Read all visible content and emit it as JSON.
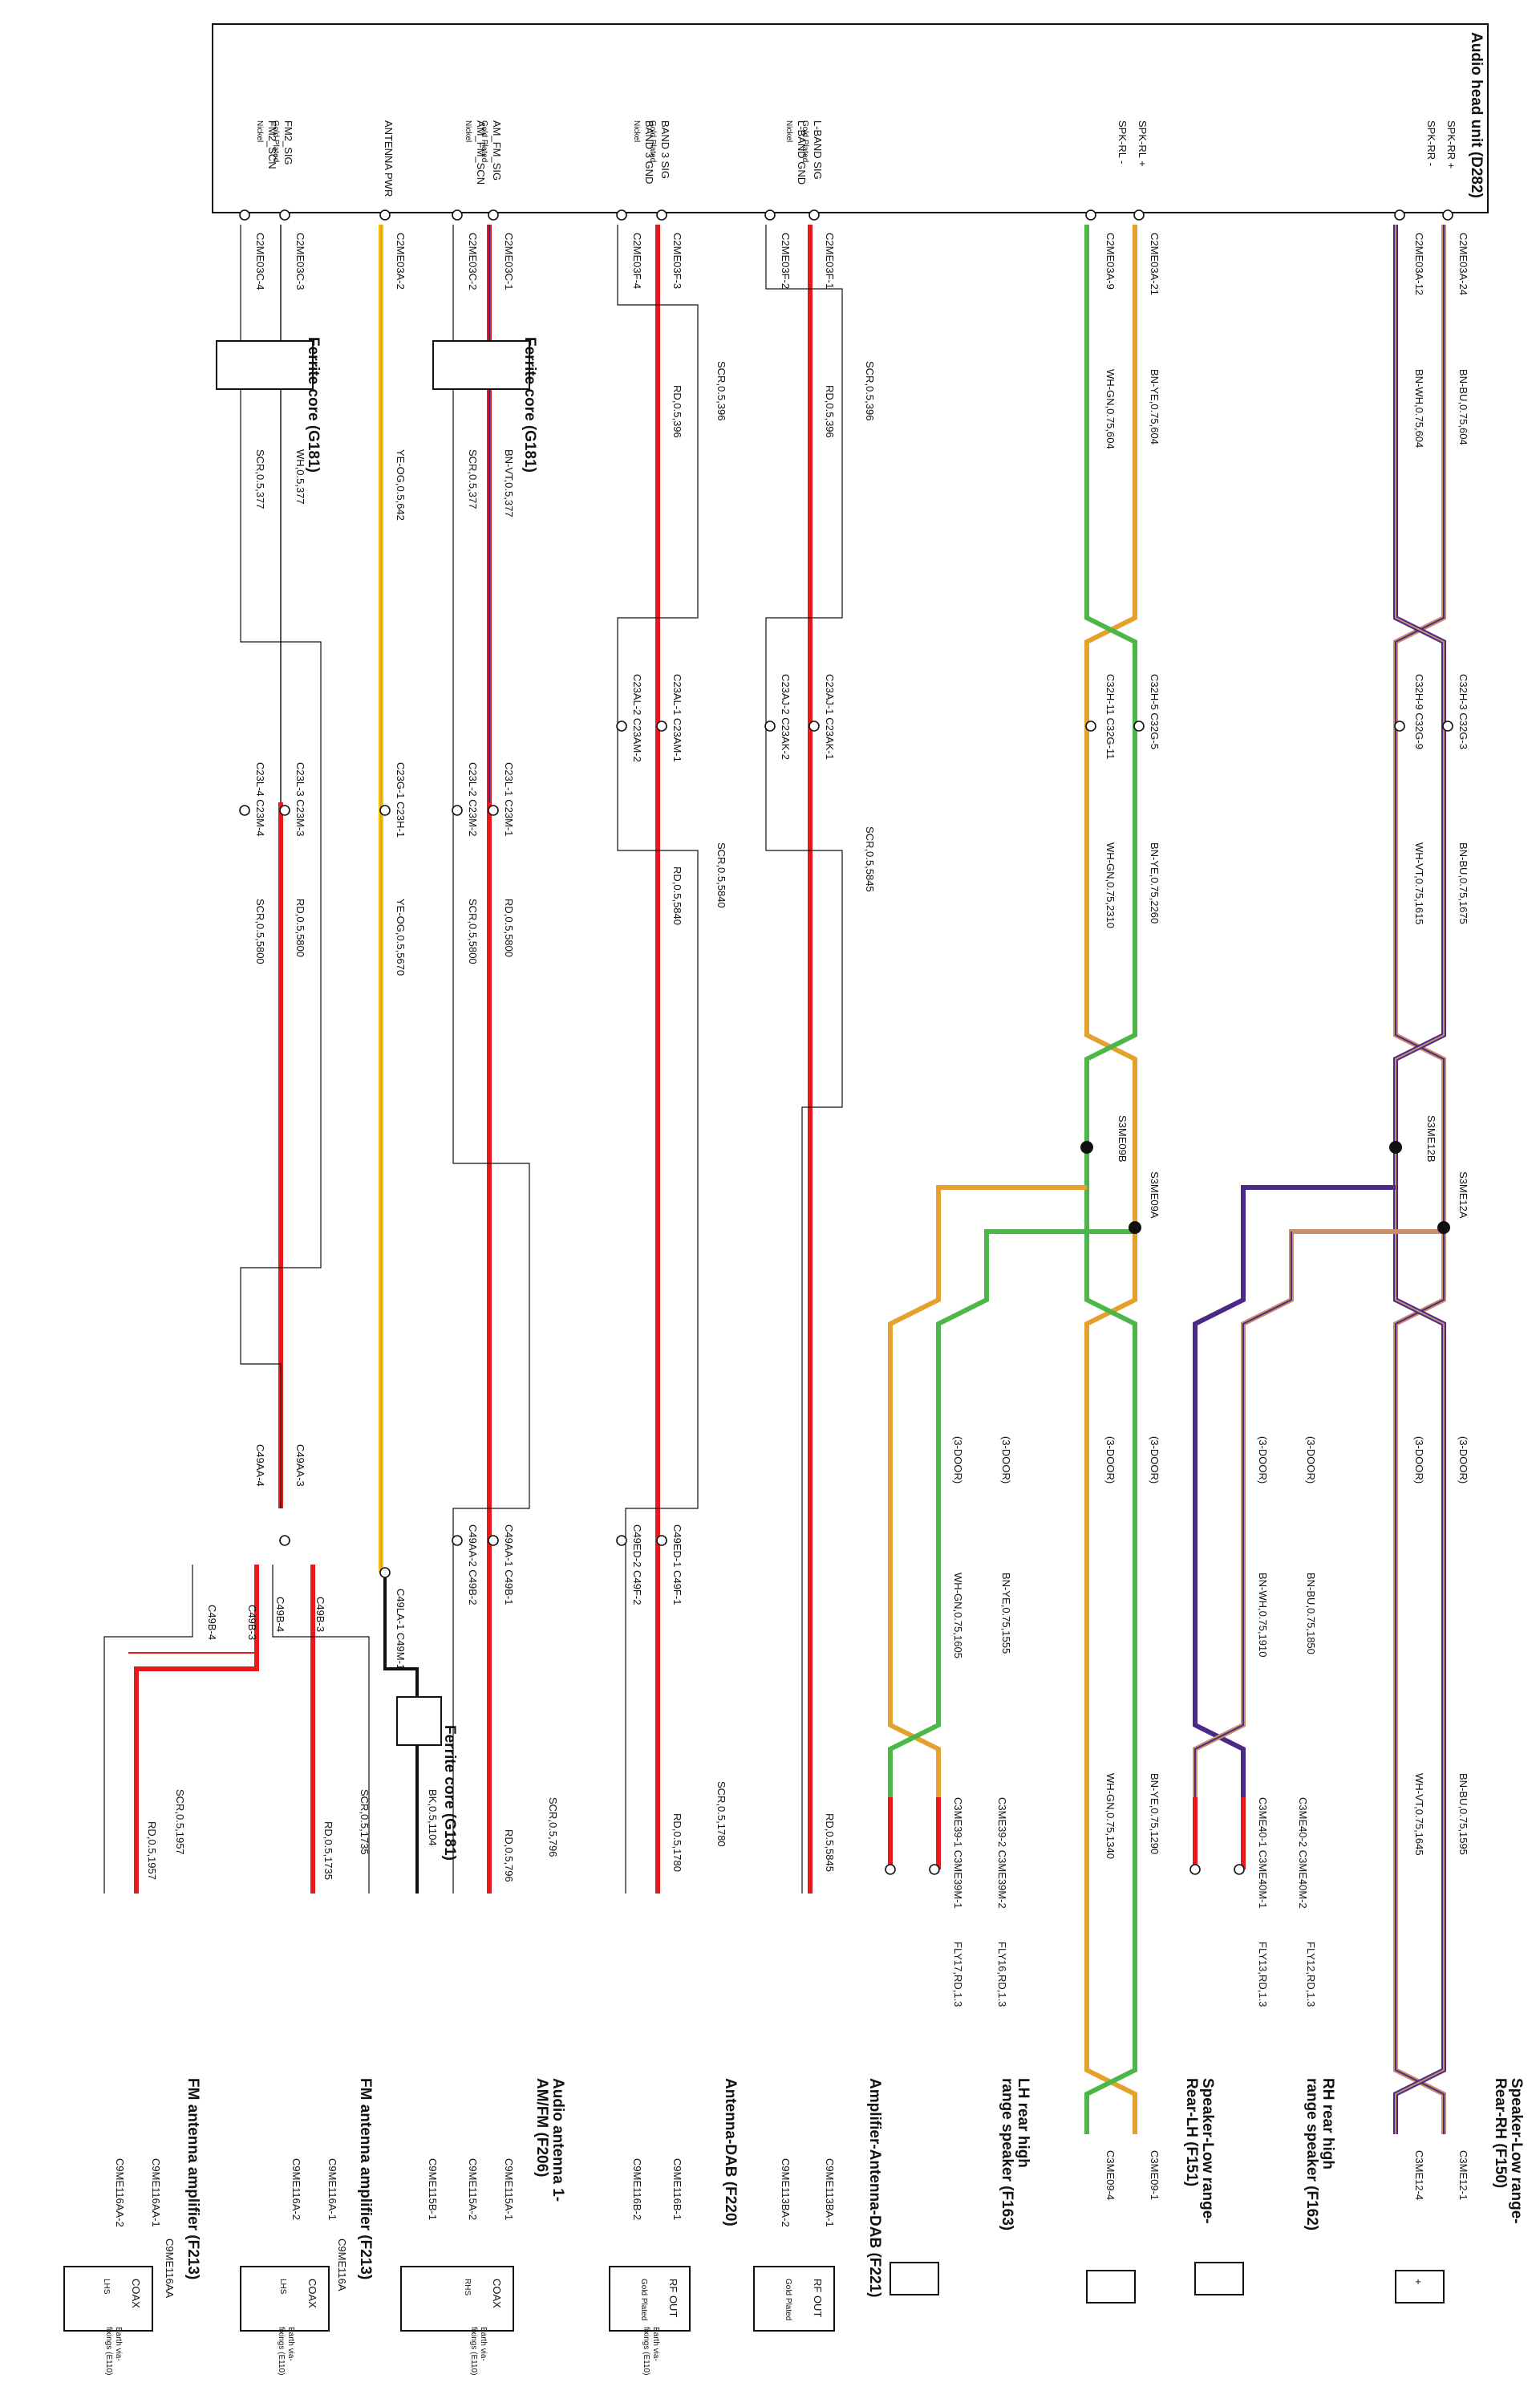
{
  "colors": {
    "red": "#e8191b",
    "orange": "#e5a12e",
    "yellow": "#f2c500",
    "green": "#4cb748",
    "purple": "#4b2a86",
    "tan": "#c8906a",
    "black": "#111111",
    "gray": "#555555"
  },
  "head_unit": {
    "title": "Audio head unit (D282)",
    "pins": [
      {
        "id": "p1",
        "lines": [
          "SPK-RR +"
        ]
      },
      {
        "id": "p2",
        "lines": [
          "SPK-RR -"
        ]
      },
      {
        "id": "p3",
        "lines": [
          "SPK-RL +"
        ]
      },
      {
        "id": "p4",
        "lines": [
          "SPK-RL -"
        ]
      },
      {
        "id": "p5",
        "lines": [
          "L-BAND SIG",
          "Gold Plated"
        ]
      },
      {
        "id": "p6",
        "lines": [
          "L-BAND GND",
          "Nickel"
        ]
      },
      {
        "id": "p7",
        "lines": [
          "BAND 3 SIG",
          "Gold Plated"
        ]
      },
      {
        "id": "p8",
        "lines": [
          "BAND 3 GND",
          "Nickel"
        ]
      },
      {
        "id": "p9",
        "lines": [
          "AM_FM_SIG",
          "Gold Plated"
        ]
      },
      {
        "id": "p10",
        "lines": [
          "AM_FM_SCN",
          "Nickel"
        ]
      },
      {
        "id": "p11",
        "lines": [
          "ANTENNA PWR"
        ]
      },
      {
        "id": "p12",
        "lines": [
          "FM2_SIG",
          "Gold Plated"
        ]
      },
      {
        "id": "p13",
        "lines": [
          "FM2_SCN",
          "Nickel"
        ]
      }
    ]
  },
  "wire_labels": [
    {
      "id": "w1",
      "text": "C2ME03A-24"
    },
    {
      "id": "w2",
      "text": "C2ME03A-12"
    },
    {
      "id": "w3",
      "text": "C2ME03A-21"
    },
    {
      "id": "w4",
      "text": "C2ME03A-9"
    },
    {
      "id": "w5",
      "text": "C2ME03F-1"
    },
    {
      "id": "w6",
      "text": "C2ME03F-2"
    },
    {
      "id": "w7",
      "text": "C2ME03F-3"
    },
    {
      "id": "w8",
      "text": "C2ME03F-4"
    },
    {
      "id": "w9",
      "text": "C2ME03C-1"
    },
    {
      "id": "w10",
      "text": "C2ME03C-2"
    },
    {
      "id": "w11",
      "text": "C2ME03A-2"
    },
    {
      "id": "w12",
      "text": "C2ME03C-3"
    },
    {
      "id": "w13",
      "text": "C2ME03C-4"
    },
    {
      "id": "w14",
      "text": "BN-BU,0.75,604"
    },
    {
      "id": "w15",
      "text": "BN-WH,0.75,604"
    },
    {
      "id": "w16",
      "text": "BN-YE,0.75,604"
    },
    {
      "id": "w17",
      "text": "WH-GN,0.75,604"
    },
    {
      "id": "w18",
      "text": "SCR,0.5,396"
    },
    {
      "id": "w19",
      "text": "RD,0.5,396"
    },
    {
      "id": "w20",
      "text": "SCR,0.5,396"
    },
    {
      "id": "w21",
      "text": "RD,0.5,396"
    },
    {
      "id": "w22",
      "text": "BN-VT,0.5,377"
    },
    {
      "id": "w23",
      "text": "SCR,0.5,377"
    },
    {
      "id": "w24",
      "text": "YE-OG,0.5,642"
    },
    {
      "id": "w25",
      "text": "WH,0.5,377"
    },
    {
      "id": "w26",
      "text": "SCR,0.5,377"
    },
    {
      "id": "w27",
      "text": "Ferrite core (G181)"
    },
    {
      "id": "w28",
      "text": "Ferrite core (G181)"
    },
    {
      "id": "w29",
      "text": "C32H-3 C32G-3"
    },
    {
      "id": "w30",
      "text": "C32H-9 C32G-9"
    },
    {
      "id": "w31",
      "text": "C32H-5 C32G-5"
    },
    {
      "id": "w32",
      "text": "C32H-11 C32G-11"
    },
    {
      "id": "w33",
      "text": "C23AJ-1 C23AK-1"
    },
    {
      "id": "w34",
      "text": "C23AJ-2 C23AK-2"
    },
    {
      "id": "w35",
      "text": "C23AL-1 C23AM-1"
    },
    {
      "id": "w36",
      "text": "C23AL-2 C23AM-2"
    },
    {
      "id": "w37",
      "text": "C23L-1 C23M-1"
    },
    {
      "id": "w38",
      "text": "C23L-2 C23M-2"
    },
    {
      "id": "w39",
      "text": "C23G-1 C23H-1"
    },
    {
      "id": "w40",
      "text": "C23L-3 C23M-3"
    },
    {
      "id": "w41",
      "text": "C23L-4 C23M-4"
    },
    {
      "id": "w42",
      "text": "BN-BU,0.75,1675"
    },
    {
      "id": "w43",
      "text": "WH-VT,0.75,1615"
    },
    {
      "id": "w44",
      "text": "BN-YE,0.75,2260"
    },
    {
      "id": "w45",
      "text": "WH-GN,0.75,2310"
    },
    {
      "id": "w46",
      "text": "SCR,0.5,5840"
    },
    {
      "id": "w47",
      "text": "RD,0.5,5840"
    },
    {
      "id": "w48",
      "text": "RD,0.5,5800"
    },
    {
      "id": "w49",
      "text": "SCR,0.5,5800"
    },
    {
      "id": "w50",
      "text": "YE-OG,0.5,5670"
    },
    {
      "id": "w51",
      "text": "RD,0.5,5800"
    },
    {
      "id": "w52",
      "text": "SCR,0.5,5800"
    },
    {
      "id": "w53",
      "text": "SCR,0.5,5845"
    },
    {
      "id": "w54",
      "text": "S3ME12B"
    },
    {
      "id": "w55",
      "text": "S3ME12A"
    },
    {
      "id": "w56",
      "text": "S3ME09B"
    },
    {
      "id": "w57",
      "text": "S3ME09A"
    },
    {
      "id": "w58",
      "text": "(3-DOOR)"
    },
    {
      "id": "w59",
      "text": "(3-DOOR)"
    },
    {
      "id": "w60",
      "text": "(3-DOOR)"
    },
    {
      "id": "w61",
      "text": "(3-DOOR)"
    },
    {
      "id": "w62",
      "text": "(3-DOOR)"
    },
    {
      "id": "w63",
      "text": "(3-DOOR)"
    },
    {
      "id": "w64",
      "text": "(3-DOOR)"
    },
    {
      "id": "w65",
      "text": "(3-DOOR)"
    },
    {
      "id": "w66",
      "text": "BN-BU,0.75,1850"
    },
    {
      "id": "w67",
      "text": "BN-WH,0.75,1910"
    },
    {
      "id": "w68",
      "text": "BN-YE,0.75,1555"
    },
    {
      "id": "w69",
      "text": "WH-GN,0.75,1605"
    },
    {
      "id": "w70",
      "text": "BN-BU,0.75,1595"
    },
    {
      "id": "w71",
      "text": "WH-VT,0.75,1645"
    },
    {
      "id": "w72",
      "text": "BN-YE,0.75,1290"
    },
    {
      "id": "w73",
      "text": "WH-GN,0.75,1340"
    },
    {
      "id": "w74",
      "text": "C49ED-1 C49F-1"
    },
    {
      "id": "w75",
      "text": "C49ED-2 C49F-2"
    },
    {
      "id": "w76",
      "text": "C49AA-1 C49B-1"
    },
    {
      "id": "w77",
      "text": "C49AA-2 C49B-2"
    },
    {
      "id": "w78",
      "text": "C49LA-1 C49M-1"
    },
    {
      "id": "w79",
      "text": "C49AA-3"
    },
    {
      "id": "w80",
      "text": "C49AA-4"
    },
    {
      "id": "w81",
      "text": "C49B-3"
    },
    {
      "id": "w82",
      "text": "C49B-4"
    },
    {
      "id": "w83",
      "text": "C49B-3"
    },
    {
      "id": "w84",
      "text": "C49B-4"
    },
    {
      "id": "w85",
      "text": "C3ME40-2 C3ME40M-2"
    },
    {
      "id": "w86",
      "text": "C3ME40-1 C3ME40M-1"
    },
    {
      "id": "w87",
      "text": "C3ME39-2 C3ME39M-2"
    },
    {
      "id": "w88",
      "text": "C3ME39-1 C3ME39M-1"
    },
    {
      "id": "w89",
      "text": "FLY12,RD,1.3"
    },
    {
      "id": "w90",
      "text": "FLY13,RD,1.3"
    },
    {
      "id": "w91",
      "text": "FLY16,RD,1.3"
    },
    {
      "id": "w92",
      "text": "FLY17,RD,1.3"
    },
    {
      "id": "w93",
      "text": "SCR,0.5,1780"
    },
    {
      "id": "w94",
      "text": "RD,0.5,1780"
    },
    {
      "id": "w95",
      "text": "RD,0.5,5845"
    },
    {
      "id": "w96",
      "text": "SCR,0.5,796"
    },
    {
      "id": "w97",
      "text": "RD,0.5,796"
    },
    {
      "id": "w98",
      "text": "Ferrite core (G181)"
    },
    {
      "id": "w99",
      "text": "BK,0.5,1104"
    },
    {
      "id": "w100",
      "text": "SCR,0.5,1735"
    },
    {
      "id": "w101",
      "text": "RD,0.5,1735"
    },
    {
      "id": "w102",
      "text": "SCR,0.5,1957"
    },
    {
      "id": "w103",
      "text": "RD,0.5,1957"
    },
    {
      "id": "w104",
      "text": "C3ME12-1"
    },
    {
      "id": "w105",
      "text": "C3ME12-4"
    },
    {
      "id": "w106",
      "text": "C3ME09-1"
    },
    {
      "id": "w107",
      "text": "C3ME09-4"
    },
    {
      "id": "w108",
      "text": "C9ME113BA-1"
    },
    {
      "id": "w109",
      "text": "C9ME113BA-2"
    },
    {
      "id": "w110",
      "text": "C9ME116B-1"
    },
    {
      "id": "w111",
      "text": "C9ME116B-2"
    },
    {
      "id": "w112",
      "text": "C9ME115A-1"
    },
    {
      "id": "w113",
      "text": "C9ME115A-2"
    },
    {
      "id": "w114",
      "text": "C9ME115B-1"
    },
    {
      "id": "w115",
      "text": "C9ME116A-1"
    },
    {
      "id": "w116",
      "text": "C9ME116A-2"
    },
    {
      "id": "w117",
      "text": "C9ME116AA-1"
    },
    {
      "id": "w118",
      "text": "C9ME116AA-2"
    }
  ],
  "components": {
    "spk_low_rr": {
      "title": [
        "Speaker-Low range-",
        "Rear-RH (F150)"
      ],
      "plus": "+",
      "minus": "-"
    },
    "spk_high_rr": {
      "title": [
        "RH rear high",
        "range speaker (F162)"
      ],
      "plus": "+",
      "minus": "-"
    },
    "spk_low_rl": {
      "title": [
        "Speaker-Low range-",
        "Rear-LH (F151)"
      ],
      "plus": "+",
      "minus": "-"
    },
    "spk_high_rl": {
      "title": [
        "LH rear high",
        "range speaker (F163)"
      ],
      "plus": "+",
      "minus": "-"
    },
    "amp_dab": {
      "title": [
        "Amplifier-Antenna-DAB (F221)"
      ],
      "inner": [
        "RF OUT",
        "Gold Plated"
      ]
    },
    "ant_dab": {
      "title": [
        "Antenna-DAB (F220)"
      ],
      "inner": [
        "RF OUT",
        "Gold Plated"
      ],
      "earth": [
        "Earth via-",
        "fixings (E110)"
      ]
    },
    "ant_amfm": {
      "title": [
        "Audio antenna 1-",
        "AM/FM (F206)"
      ],
      "inner": [
        "COAX",
        "RHS"
      ],
      "earth": [
        "Earth via-",
        "fixings (E110)"
      ]
    },
    "fm_amp_1": {
      "title": [
        "FM antenna amplifier (F213)"
      ],
      "sub": [
        "C9ME116A"
      ],
      "inner": [
        "COAX",
        "LHS"
      ],
      "earth": [
        "Earth via-",
        "fixings (E110)"
      ]
    },
    "fm_amp_2": {
      "title": [
        "FM antenna amplifier (F213)"
      ],
      "sub": [
        "C9ME116AA"
      ],
      "inner": [
        "COAX",
        "LHS"
      ],
      "earth": [
        "Earth via-",
        "fixings (E110)"
      ]
    }
  }
}
